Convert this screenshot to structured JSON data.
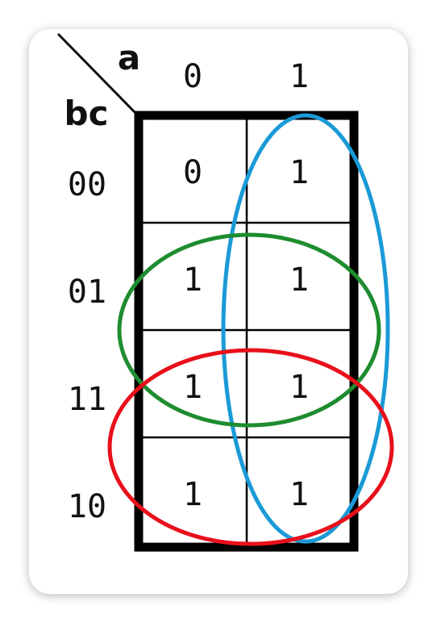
{
  "kmap": {
    "var_col": "a",
    "var_row": "bc",
    "col_headers": [
      "0",
      "1"
    ],
    "row_headers": [
      "00",
      "01",
      "11",
      "10"
    ],
    "cells": [
      [
        "0",
        "1"
      ],
      [
        "1",
        "1"
      ],
      [
        "1",
        "1"
      ],
      [
        "1",
        "1"
      ]
    ]
  },
  "groups": [
    {
      "name": "a-column-group",
      "color": "#1a9ad6"
    },
    {
      "name": "c-row-group",
      "color": "#1e8c2f"
    },
    {
      "name": "b-row-group",
      "color": "#e8101a"
    }
  ]
}
